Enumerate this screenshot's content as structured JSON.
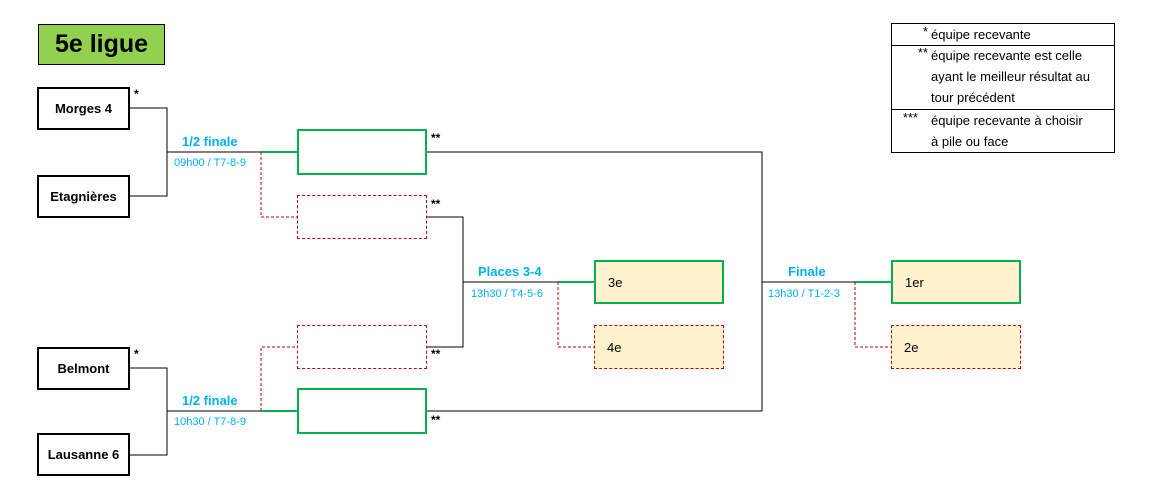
{
  "title": "5e ligue",
  "teams": {
    "t1": "Morges 4",
    "t2": "Etagnières",
    "t3": "Belmont",
    "t4": "Lausanne 6"
  },
  "home_marks": {
    "t1": "*",
    "t3": "*",
    "sf1_win": "**",
    "sf1_lose": "**",
    "sf2_lose": "**",
    "sf2_win": "**"
  },
  "rounds": {
    "semi_top": {
      "label": "1/2 finale",
      "schedule": "09h00 / T7-8-9"
    },
    "semi_bottom": {
      "label": "1/2 finale",
      "schedule": "10h30 / T7-8-9"
    },
    "places34": {
      "label": "Places 3-4",
      "schedule": "13h30 / T4-5-6"
    },
    "final": {
      "label": "Finale",
      "schedule": "13h30 / T1-2-3"
    }
  },
  "places": {
    "third": "3e",
    "fourth": "4e",
    "first": "1er",
    "second": "2e"
  },
  "legend": [
    {
      "symbol": "*",
      "text": "équipe recevante"
    },
    {
      "symbol": "**",
      "text": "équipe recevante est celle ayant le meilleur résultat au tour précédent"
    },
    {
      "symbol": "***",
      "text": "équipe recevante à choisir à pile ou face"
    }
  ],
  "colors": {
    "title_bg": "#92d050",
    "winner_line": "#00b050",
    "loser_line": "#c00000",
    "round_text": "#00b0f0",
    "place_bg": "#fff2cc"
  }
}
